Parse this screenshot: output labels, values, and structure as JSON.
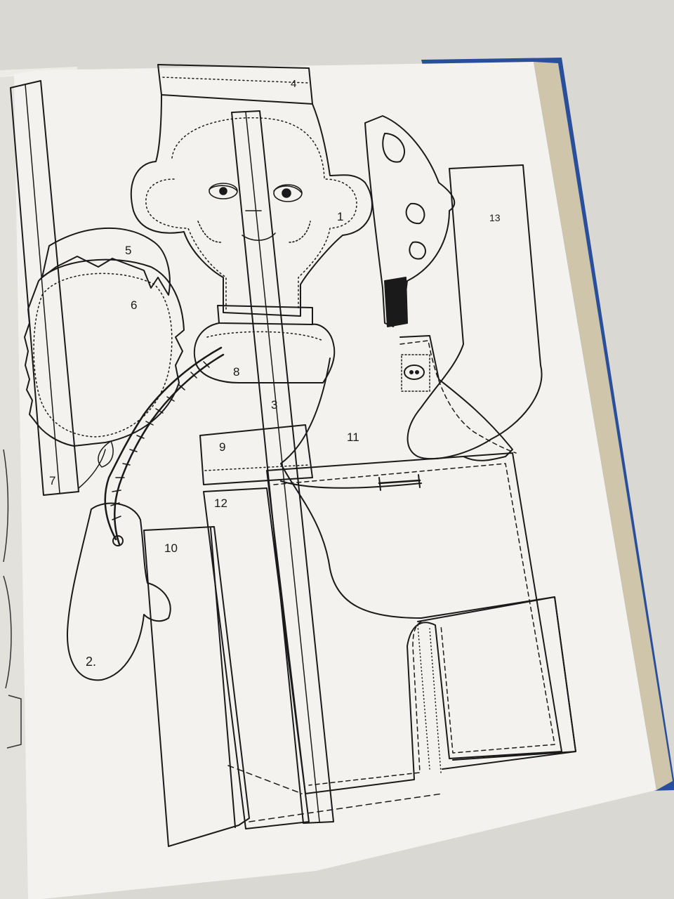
{
  "photo": {
    "subject": "open book page with a sewing pattern for a stuffed doll",
    "colors": {
      "background": "#d9d7d2",
      "page": "#f3f2ee",
      "page_shadow": "#e6e4de",
      "cover": "#2a4f9a",
      "page_edges": "#c9bfa6",
      "ink": "#1a1a1a"
    }
  },
  "pattern_pieces": {
    "labels": [
      "1",
      "2.",
      "3",
      "4",
      "5",
      "6",
      "7",
      "8",
      "9",
      "10",
      "11",
      "12",
      "13"
    ]
  }
}
